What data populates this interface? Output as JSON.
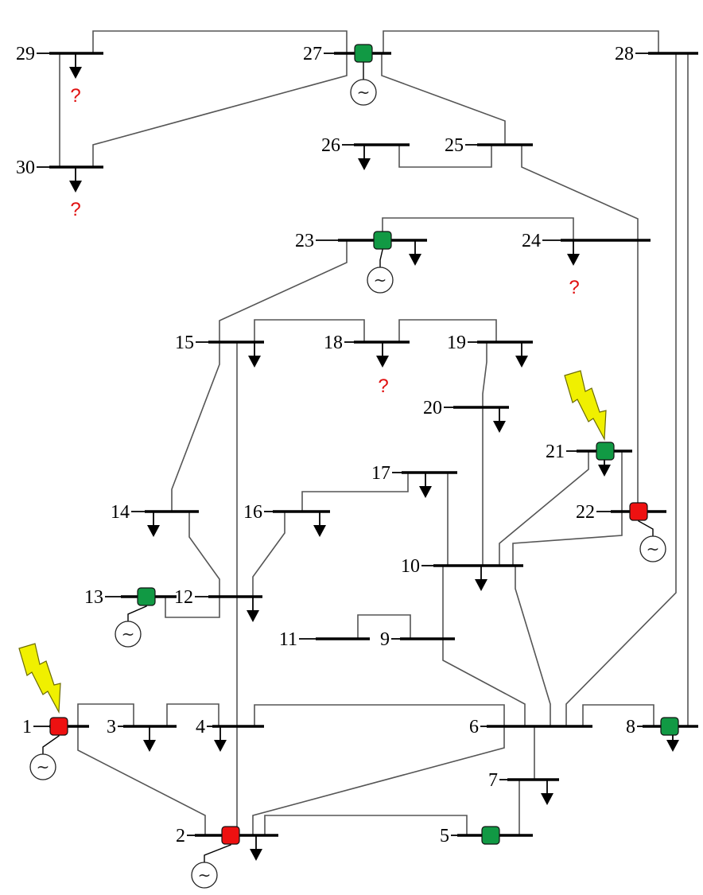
{
  "colors": {
    "bus": "#000000",
    "line": "#555555",
    "breaker_red": "#ee1111",
    "breaker_green": "#119944",
    "question": "#e01010",
    "lightning_fill": "#f0f000",
    "lightning_stroke": "#6b6b00"
  },
  "generator_symbol": "~",
  "question_symbol": "?",
  "buses": [
    {
      "id": "1",
      "label": "1",
      "load": false,
      "generator": true,
      "breaker": "red",
      "fault": true,
      "unknown": false
    },
    {
      "id": "2",
      "label": "2",
      "load": true,
      "generator": true,
      "breaker": "red",
      "fault": false,
      "unknown": false
    },
    {
      "id": "3",
      "label": "3",
      "load": true,
      "generator": false,
      "breaker": "",
      "fault": false,
      "unknown": false
    },
    {
      "id": "4",
      "label": "4",
      "load": true,
      "generator": false,
      "breaker": "",
      "fault": false,
      "unknown": false
    },
    {
      "id": "5",
      "label": "5",
      "load": false,
      "generator": false,
      "breaker": "green",
      "fault": false,
      "unknown": false
    },
    {
      "id": "6",
      "label": "6",
      "load": false,
      "generator": false,
      "breaker": "",
      "fault": false,
      "unknown": false
    },
    {
      "id": "7",
      "label": "7",
      "load": true,
      "generator": false,
      "breaker": "",
      "fault": false,
      "unknown": false
    },
    {
      "id": "8",
      "label": "8",
      "load": true,
      "generator": false,
      "breaker": "green",
      "fault": false,
      "unknown": false
    },
    {
      "id": "9",
      "label": "9",
      "load": false,
      "generator": false,
      "breaker": "",
      "fault": false,
      "unknown": false
    },
    {
      "id": "10",
      "label": "10",
      "load": true,
      "generator": false,
      "breaker": "",
      "fault": false,
      "unknown": false
    },
    {
      "id": "11",
      "label": "11",
      "load": false,
      "generator": false,
      "breaker": "",
      "fault": false,
      "unknown": false
    },
    {
      "id": "12",
      "label": "12",
      "load": true,
      "generator": false,
      "breaker": "",
      "fault": false,
      "unknown": false
    },
    {
      "id": "13",
      "label": "13",
      "load": false,
      "generator": true,
      "breaker": "green",
      "fault": false,
      "unknown": false
    },
    {
      "id": "14",
      "label": "14",
      "load": true,
      "generator": false,
      "breaker": "",
      "fault": false,
      "unknown": false
    },
    {
      "id": "15",
      "label": "15",
      "load": true,
      "generator": false,
      "breaker": "",
      "fault": false,
      "unknown": false
    },
    {
      "id": "16",
      "label": "16",
      "load": true,
      "generator": false,
      "breaker": "",
      "fault": false,
      "unknown": false
    },
    {
      "id": "17",
      "label": "17",
      "load": true,
      "generator": false,
      "breaker": "",
      "fault": false,
      "unknown": false
    },
    {
      "id": "18",
      "label": "18",
      "load": true,
      "generator": false,
      "breaker": "",
      "fault": false,
      "unknown": true
    },
    {
      "id": "19",
      "label": "19",
      "load": true,
      "generator": false,
      "breaker": "",
      "fault": false,
      "unknown": false
    },
    {
      "id": "20",
      "label": "20",
      "load": true,
      "generator": false,
      "breaker": "",
      "fault": false,
      "unknown": false
    },
    {
      "id": "21",
      "label": "21",
      "load": true,
      "generator": false,
      "breaker": "green",
      "fault": true,
      "unknown": false
    },
    {
      "id": "22",
      "label": "22",
      "load": false,
      "generator": true,
      "breaker": "red",
      "fault": false,
      "unknown": false
    },
    {
      "id": "23",
      "label": "23",
      "load": true,
      "generator": true,
      "breaker": "green",
      "fault": false,
      "unknown": false
    },
    {
      "id": "24",
      "label": "24",
      "load": true,
      "generator": false,
      "breaker": "",
      "fault": false,
      "unknown": true
    },
    {
      "id": "25",
      "label": "25",
      "load": false,
      "generator": false,
      "breaker": "",
      "fault": false,
      "unknown": false
    },
    {
      "id": "26",
      "label": "26",
      "load": true,
      "generator": false,
      "breaker": "",
      "fault": false,
      "unknown": false
    },
    {
      "id": "27",
      "label": "27",
      "load": false,
      "generator": true,
      "breaker": "green",
      "fault": false,
      "unknown": false
    },
    {
      "id": "28",
      "label": "28",
      "load": false,
      "generator": false,
      "breaker": "",
      "fault": false,
      "unknown": false
    },
    {
      "id": "29",
      "label": "29",
      "load": true,
      "generator": false,
      "breaker": "",
      "fault": false,
      "unknown": true
    },
    {
      "id": "30",
      "label": "30",
      "load": true,
      "generator": false,
      "breaker": "",
      "fault": false,
      "unknown": true
    }
  ],
  "branches": [
    [
      "1",
      "2"
    ],
    [
      "1",
      "3"
    ],
    [
      "3",
      "4"
    ],
    [
      "2",
      "4"
    ],
    [
      "2",
      "5"
    ],
    [
      "2",
      "6"
    ],
    [
      "4",
      "6"
    ],
    [
      "5",
      "7"
    ],
    [
      "6",
      "7"
    ],
    [
      "6",
      "8"
    ],
    [
      "6",
      "9"
    ],
    [
      "6",
      "10"
    ],
    [
      "9",
      "11"
    ],
    [
      "9",
      "10"
    ],
    [
      "4",
      "12"
    ],
    [
      "12",
      "13"
    ],
    [
      "12",
      "14"
    ],
    [
      "12",
      "15"
    ],
    [
      "12",
      "16"
    ],
    [
      "14",
      "15"
    ],
    [
      "16",
      "17"
    ],
    [
      "15",
      "18"
    ],
    [
      "18",
      "19"
    ],
    [
      "19",
      "20"
    ],
    [
      "10",
      "20"
    ],
    [
      "10",
      "17"
    ],
    [
      "10",
      "21"
    ],
    [
      "10",
      "22"
    ],
    [
      "21",
      "22"
    ],
    [
      "15",
      "23"
    ],
    [
      "22",
      "24"
    ],
    [
      "23",
      "24"
    ],
    [
      "24",
      "25"
    ],
    [
      "25",
      "26"
    ],
    [
      "25",
      "27"
    ],
    [
      "27",
      "28"
    ],
    [
      "27",
      "29"
    ],
    [
      "27",
      "30"
    ],
    [
      "29",
      "30"
    ],
    [
      "8",
      "28"
    ],
    [
      "6",
      "28"
    ]
  ]
}
